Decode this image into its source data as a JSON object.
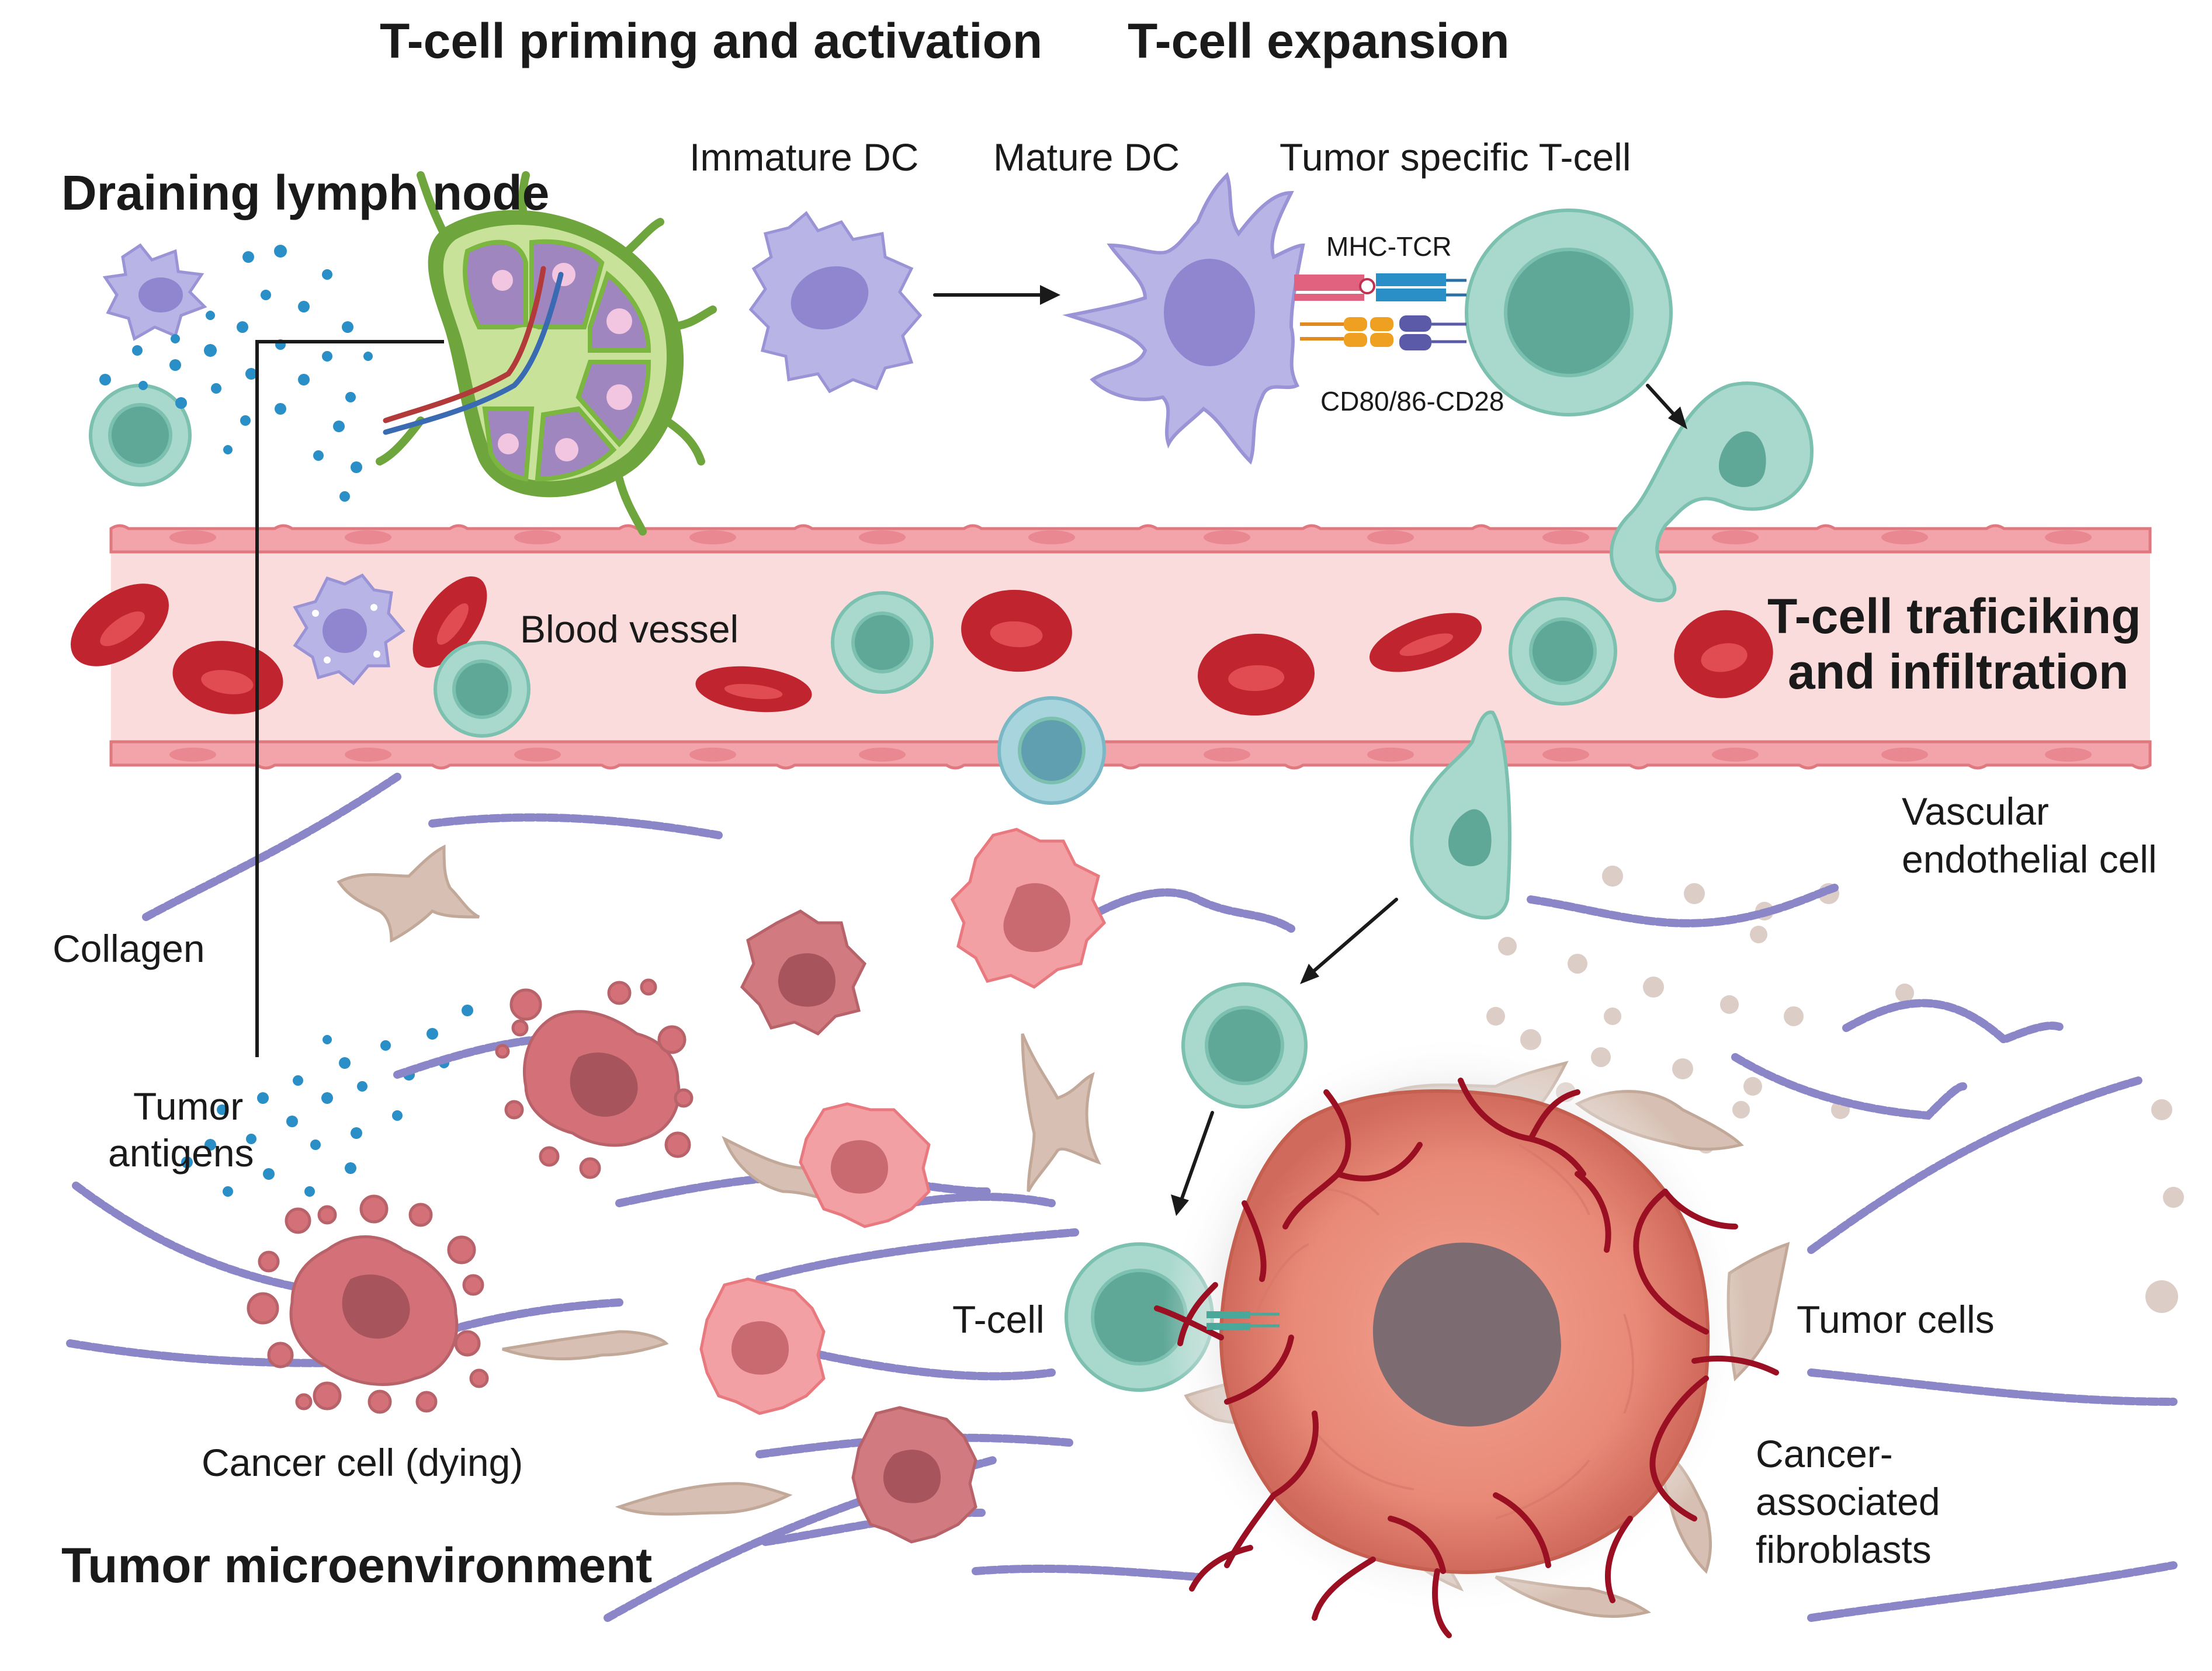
{
  "headings": {
    "priming": "T-cell priming and activation",
    "expansion": "T-cell expansion",
    "lymph_node": "Draining lymph node",
    "trafficking_line1": "T-cell traficiking",
    "trafficking_line2": "and infiltration",
    "microenvironment": "Tumor microenvironment"
  },
  "labels": {
    "immature_dc": "Immature DC",
    "mature_dc": "Mature DC",
    "tumor_specific_tcell": "Tumor specific T-cell",
    "mhc_tcr": "MHC-TCR",
    "cd80_cd28": "CD80/86-CD28",
    "blood_vessel": "Blood vessel",
    "vascular_line1": "Vascular",
    "vascular_line2": "endothelial cell",
    "collagen": "Collagen",
    "tumor_antigens_line1": "Tumor",
    "tumor_antigens_line2": "antigens",
    "cancer_dying": "Cancer cell (dying)",
    "tcell": "T-cell",
    "tumor_cells": "Tumor cells",
    "caf_line1": "Cancer-",
    "caf_line2": "associated",
    "caf_line3": "fibroblasts"
  },
  "colors": {
    "dendritic_cell": "#b9b4e6",
    "dc_nucleus": "#8f86cf",
    "tcell": "#a9d8cc",
    "tcell_nucleus": "#5fa898",
    "red_blood_cell": "#c0242e",
    "vessel_lumen": "#fbdcdc",
    "endothelium": "#f2a4aa",
    "cancer_cell": "#e9858b",
    "fibroblast": "#d7c0b3",
    "collagen": "#8a86c8",
    "antigen_dots": "#2a8fc6",
    "tumor_core": "#7d6b72",
    "tumor_mass": "#e98a78",
    "tumor_vessels": "#9a1022",
    "lymph_node_green": "#6ea53c"
  }
}
